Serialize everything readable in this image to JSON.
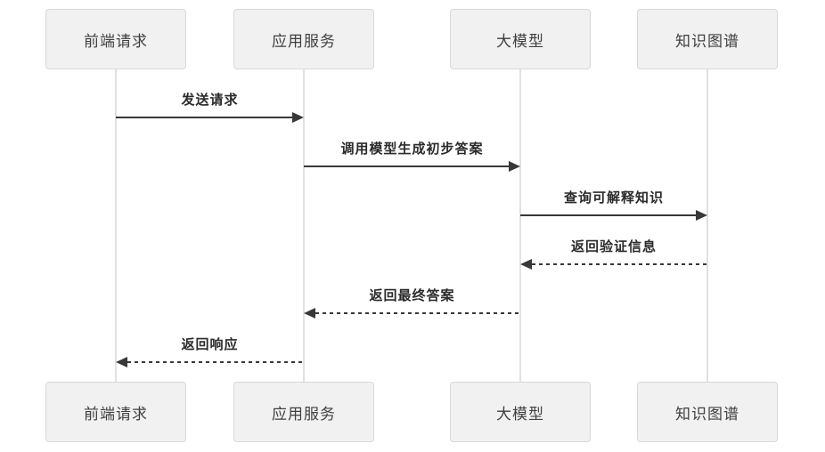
{
  "colors": {
    "background": "#ffffff",
    "box_fill": "#f1f1f1",
    "box_border": "#d8d8d8",
    "box_text": "#404040",
    "message_text": "#2b2b2b",
    "arrow": "#383838",
    "lifeline": "#e1e1e1"
  },
  "diagram": {
    "type": "sequence",
    "participants": [
      {
        "label": "前端请求"
      },
      {
        "label": "应用服务"
      },
      {
        "label": "大模型"
      },
      {
        "label": "知识图谱"
      }
    ],
    "messages": [
      {
        "label": "发送请求",
        "from": "前端请求",
        "to": "应用服务",
        "line": "solid",
        "direction": "right"
      },
      {
        "label": "调用模型生成初步答案",
        "from": "应用服务",
        "to": "大模型",
        "line": "solid",
        "direction": "right"
      },
      {
        "label": "查询可解释知识",
        "from": "大模型",
        "to": "知识图谱",
        "line": "solid",
        "direction": "right"
      },
      {
        "label": "返回验证信息",
        "from": "知识图谱",
        "to": "大模型",
        "line": "dashed",
        "direction": "left"
      },
      {
        "label": "返回最终答案",
        "from": "大模型",
        "to": "应用服务",
        "line": "dashed",
        "direction": "left"
      },
      {
        "label": "返回响应",
        "from": "应用服务",
        "to": "前端请求",
        "line": "dashed",
        "direction": "left"
      }
    ]
  }
}
